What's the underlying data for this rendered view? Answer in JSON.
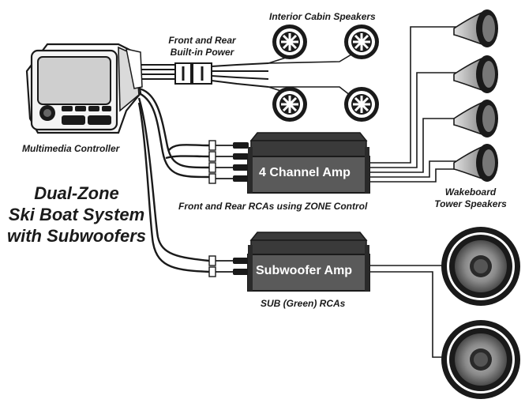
{
  "labels": {
    "interior_speakers": "Interior Cabin Speakers",
    "power_line1": "Front and Rear",
    "power_line2": "Built-in Power",
    "controller": "Multimedia Controller",
    "title_line1": "Dual-Zone",
    "title_line2": "Ski Boat System",
    "title_line3": "with Subwoofers",
    "four_ch_amp": "4 Channel Amp",
    "rca_zone": "Front and Rear RCAs using ZONE Control",
    "tower_line1": "Wakeboard",
    "tower_line2": "Tower Speakers",
    "sub_amp": "Subwoofer Amp",
    "sub_rca": "SUB (Green) RCAs"
  },
  "colors": {
    "ink": "#1a1a1a",
    "amp_body": "#5a5a5a",
    "amp_top": "#3a3a3a",
    "speaker_gray": "#8a8a8a"
  }
}
